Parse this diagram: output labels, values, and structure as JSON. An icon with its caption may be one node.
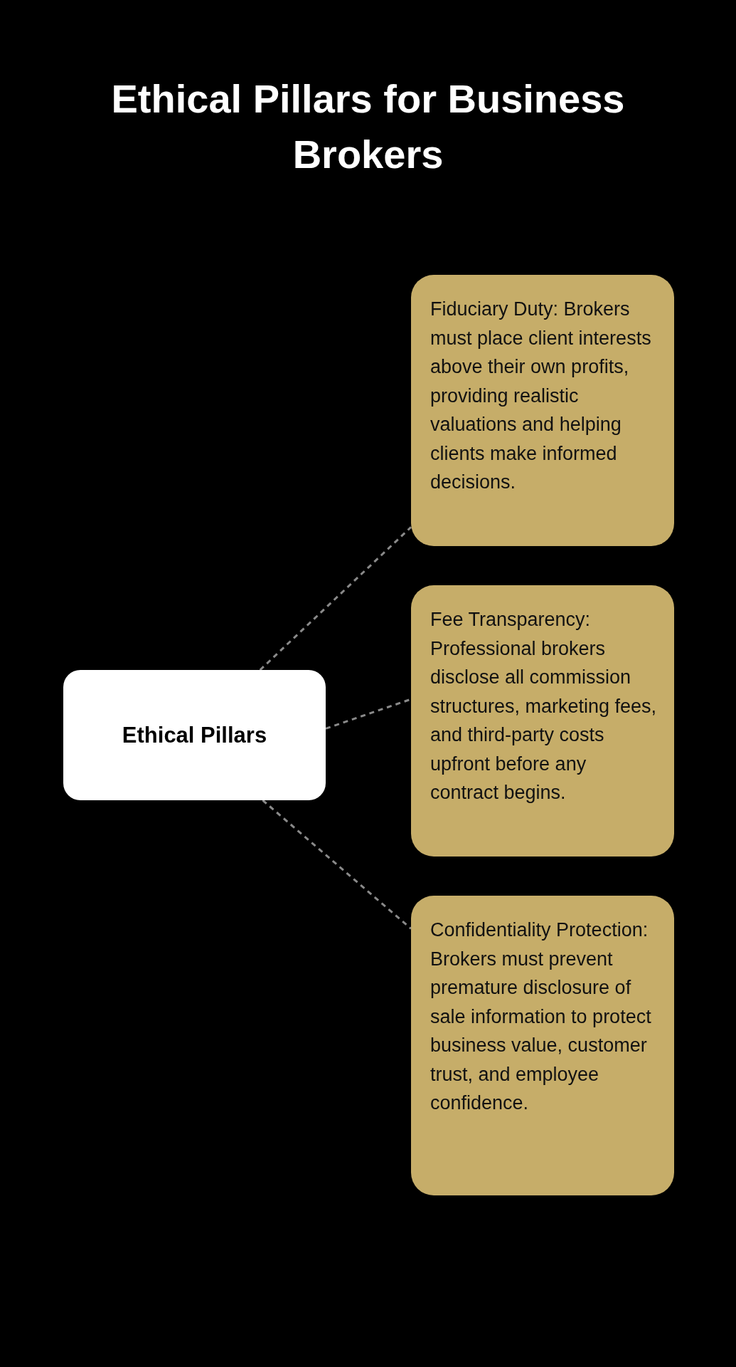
{
  "diagram": {
    "title": "Ethical Pillars for Business Brokers",
    "nodes": [
      {
        "text": [
          "Ethical Pillars"
        ]
      },
      {
        "text": [
          "Fiduciary Duty: Brokers must place client interests above their own profits, providing realistic valuations and helping clients make informed decisions."
        ]
      },
      {
        "text": [
          "Fee Transparency: Professional brokers disclose all commission structures, marketing fees, and third-party costs upfront before any contract begins."
        ]
      },
      {
        "text": [
          "Confidentiality Protection: Brokers must prevent premature disclosure of sale information to protect business value, customer trust, and employee confidence."
        ]
      }
    ],
    "edges": [
      {
        "from": 0,
        "to": 1,
        "arrow": "none",
        "style": "dashed"
      },
      {
        "from": 0,
        "to": 2,
        "arrow": "none",
        "style": "dashed"
      },
      {
        "from": 0,
        "to": 3,
        "arrow": "none",
        "style": "dashed"
      }
    ]
  }
}
